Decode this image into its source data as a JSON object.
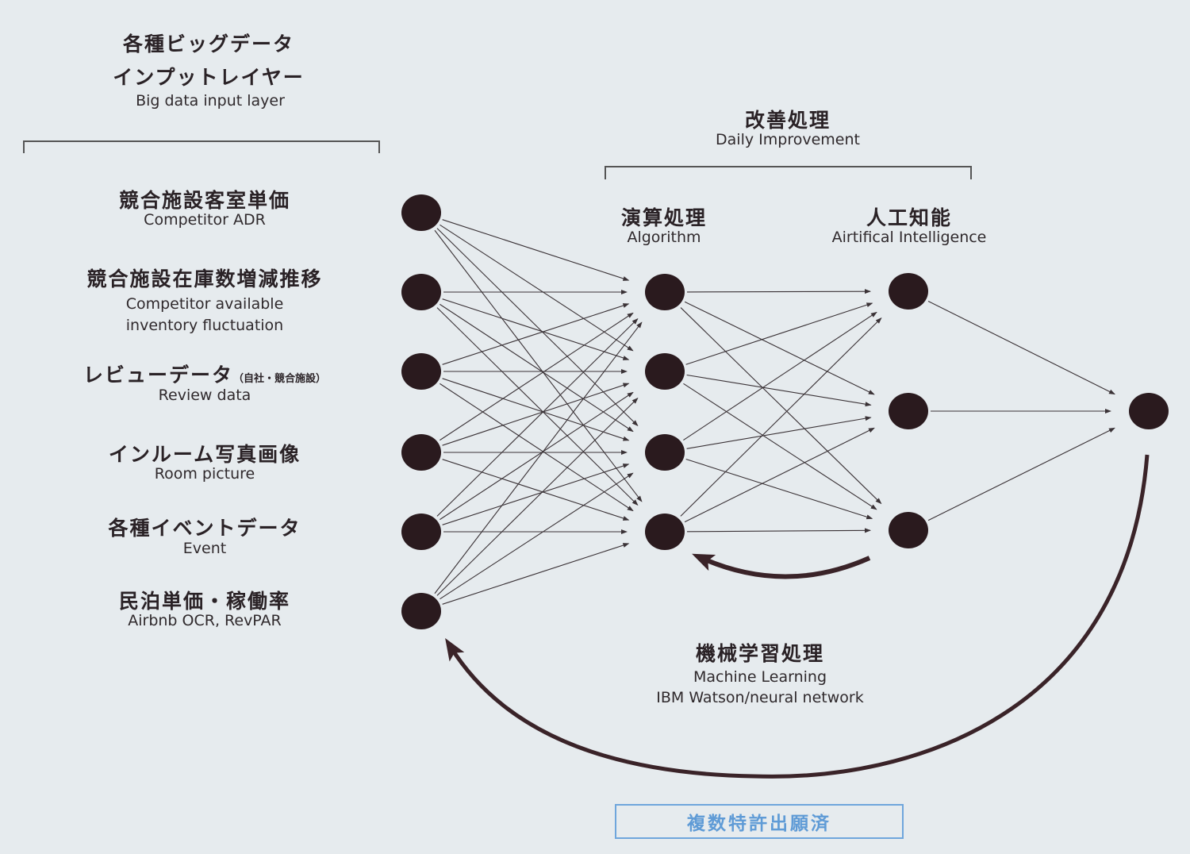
{
  "input_layer": {
    "title_jp_1": "各種ビッグデータ",
    "title_jp_2": "インプットレイヤー",
    "title_en": "Big data input layer",
    "items": [
      {
        "jp": "競合施設客室単価",
        "en": "Competitor ADR"
      },
      {
        "jp": "競合施設在庫数増減推移",
        "en": "Competitor available",
        "en2": "inventory fluctuation"
      },
      {
        "jp": "レビューデータ",
        "note": "（自社・競合施設）",
        "en": "Review data"
      },
      {
        "jp": "インルーム写真画像",
        "en": "Room picture"
      },
      {
        "jp": "各種イベントデータ",
        "en": "Event"
      },
      {
        "jp": "民泊単価・稼働率",
        "en": "Airbnb OCR, RevPAR"
      }
    ]
  },
  "improvement": {
    "jp": "改善処理",
    "en": "Daily Improvement"
  },
  "algorithm": {
    "jp": "演算処理",
    "en": "Algorithm"
  },
  "ai": {
    "jp": "人工知能",
    "en": "Airtifical Intelligence"
  },
  "ml": {
    "jp": "機械学習処理",
    "en": "Machine Learning",
    "en2": "IBM Watson/neural network"
  },
  "patent": "複数特許出願済",
  "network": {
    "layers": [
      6,
      4,
      3,
      1
    ],
    "node_color": "#2a1a1e",
    "edge_color": "#3a3236",
    "arc_color": "#3a2328"
  }
}
